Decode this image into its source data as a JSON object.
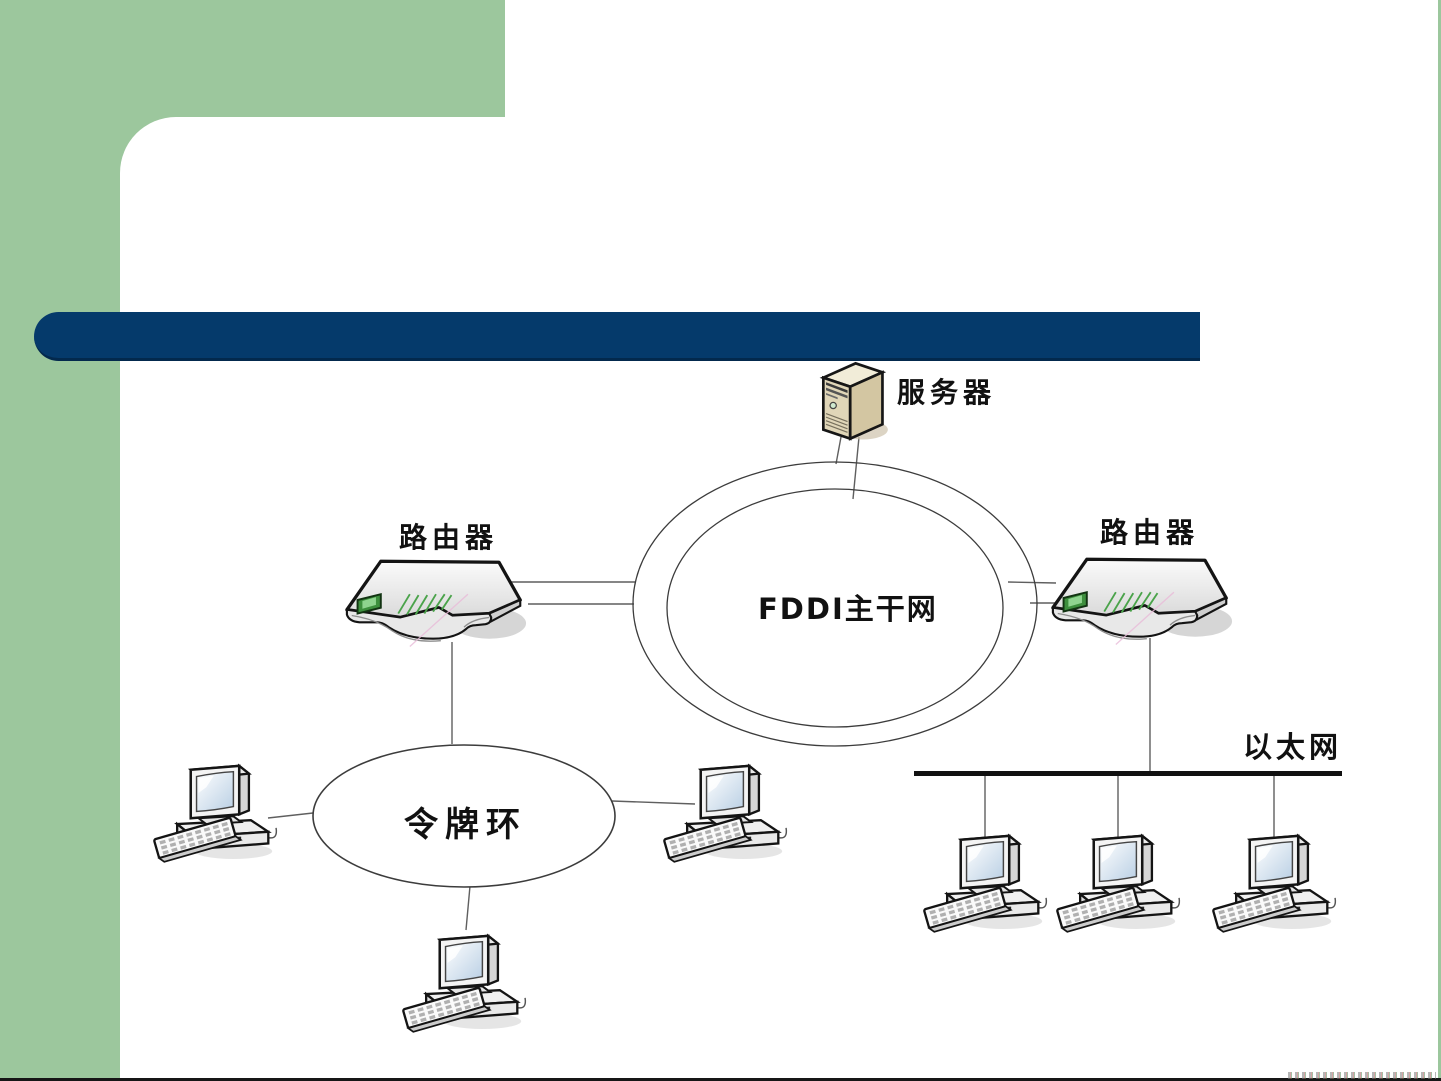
{
  "slide": {
    "theme": {
      "green": "#9cc79d",
      "title_bar_navy": "#053a6b",
      "panel_white": "#ffffff",
      "edge_line_dark": "#161616"
    }
  },
  "diagram": {
    "labels": {
      "server": "服务器",
      "router_left": "路由器",
      "router_right": "路由器",
      "fddi_backbone": "FDDI主干网",
      "token_ring": "令牌环",
      "ethernet": "以太网"
    },
    "icons": {
      "server": "server-tower-icon",
      "router": "router-icon",
      "computer": "desktop-computer-icon"
    },
    "colors": {
      "link_line_gray": "#5f5f5f",
      "ring_outline": "#3c3c3c",
      "ethernet_bus_black": "#111111",
      "router_led_green": "#8fd48f",
      "router_hatch_green": "#4aa34a",
      "server_beige": "#e0d6b8",
      "screen_blue": "#c3d6e8",
      "artifact_pink": "#e9bcd9"
    },
    "nodes": {
      "servers": 1,
      "routers": 2,
      "computers_token_ring": 3,
      "computers_ethernet": 3
    }
  }
}
